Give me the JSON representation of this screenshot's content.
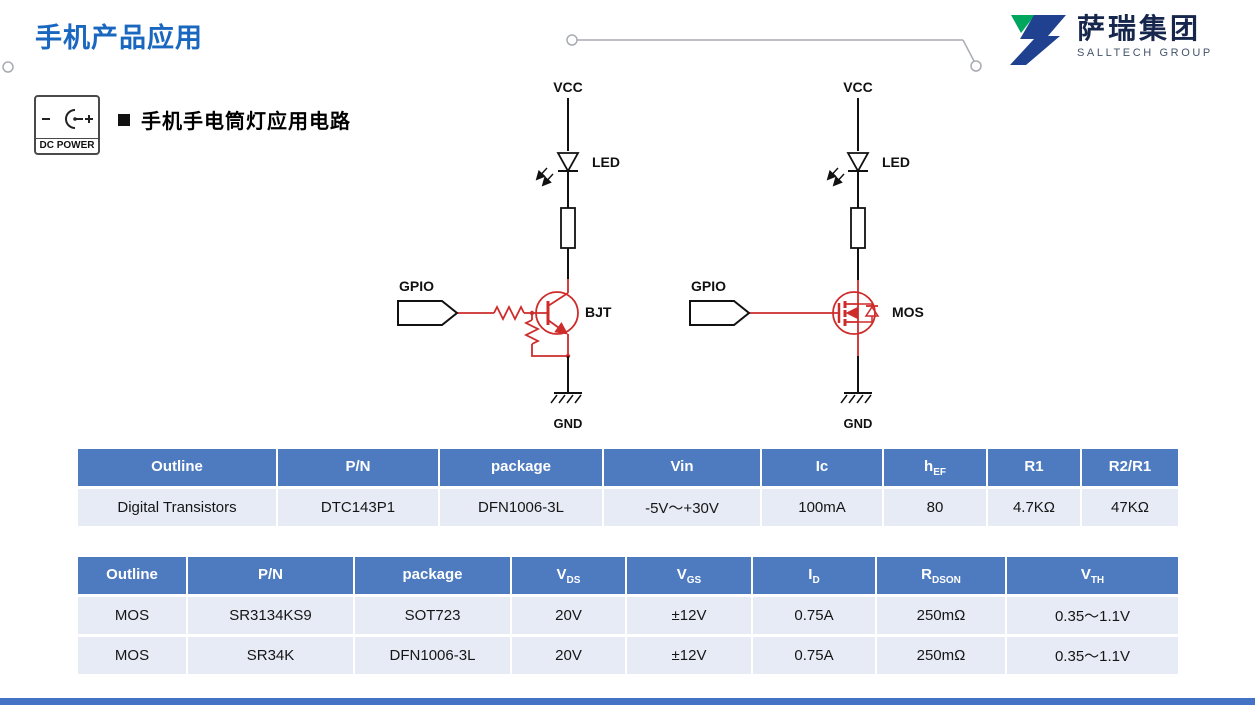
{
  "header": {
    "title": "手机产品应用"
  },
  "logo": {
    "cn": "萨瑞集团",
    "en": "SALLTECH GROUP"
  },
  "section": {
    "dc_power_label": "DC POWER",
    "heading": "手机手电筒灯应用电路"
  },
  "circuit": {
    "left": {
      "vcc": "VCC",
      "led": "LED",
      "gpio": "GPIO",
      "device": "BJT",
      "gnd": "GND"
    },
    "right": {
      "vcc": "VCC",
      "led": "LED",
      "gpio": "GPIO",
      "device": "MOS",
      "gnd": "GND"
    }
  },
  "table1": {
    "headers": [
      {
        "base": "Outline",
        "sub": ""
      },
      {
        "base": "P/N",
        "sub": ""
      },
      {
        "base": "package",
        "sub": ""
      },
      {
        "base": "Vin",
        "sub": ""
      },
      {
        "base": "Ic",
        "sub": ""
      },
      {
        "base": "h",
        "sub": "EF"
      },
      {
        "base": "R1",
        "sub": ""
      },
      {
        "base": "R2/R1",
        "sub": ""
      }
    ],
    "rows": [
      [
        "Digital Transistors",
        "DTC143P1",
        "DFN1006-3L",
        "-5V～+30V",
        "100mA",
        "80",
        "4.7KΩ",
        "47KΩ"
      ]
    ]
  },
  "table2": {
    "headers": [
      {
        "base": "Outline",
        "sub": ""
      },
      {
        "base": "P/N",
        "sub": ""
      },
      {
        "base": "package",
        "sub": ""
      },
      {
        "base": "V",
        "sub": "DS"
      },
      {
        "base": "V",
        "sub": "GS"
      },
      {
        "base": "I",
        "sub": "D"
      },
      {
        "base": "R",
        "sub": "DSON"
      },
      {
        "base": "V",
        "sub": "TH"
      }
    ],
    "rows": [
      [
        "MOS",
        "SR3134KS9",
        "SOT723",
        "20V",
        "±12V",
        "0.75A",
        "250mΩ",
        "0.35～1.1V"
      ],
      [
        "MOS",
        "SR34K",
        "DFN1006-3L",
        "20V",
        "±12V",
        "0.75A",
        "250mΩ",
        "0.35～1.1V"
      ]
    ]
  },
  "colors": {
    "title_blue": "#1A67C0",
    "table_header_blue": "#4E7BC0",
    "table_row_bg": "#E7EBF6",
    "circuit_red": "#CE2B2B",
    "logo_green": "#00A65E",
    "logo_blue": "#20418F",
    "bottom_bar_blue": "#4472C4"
  }
}
